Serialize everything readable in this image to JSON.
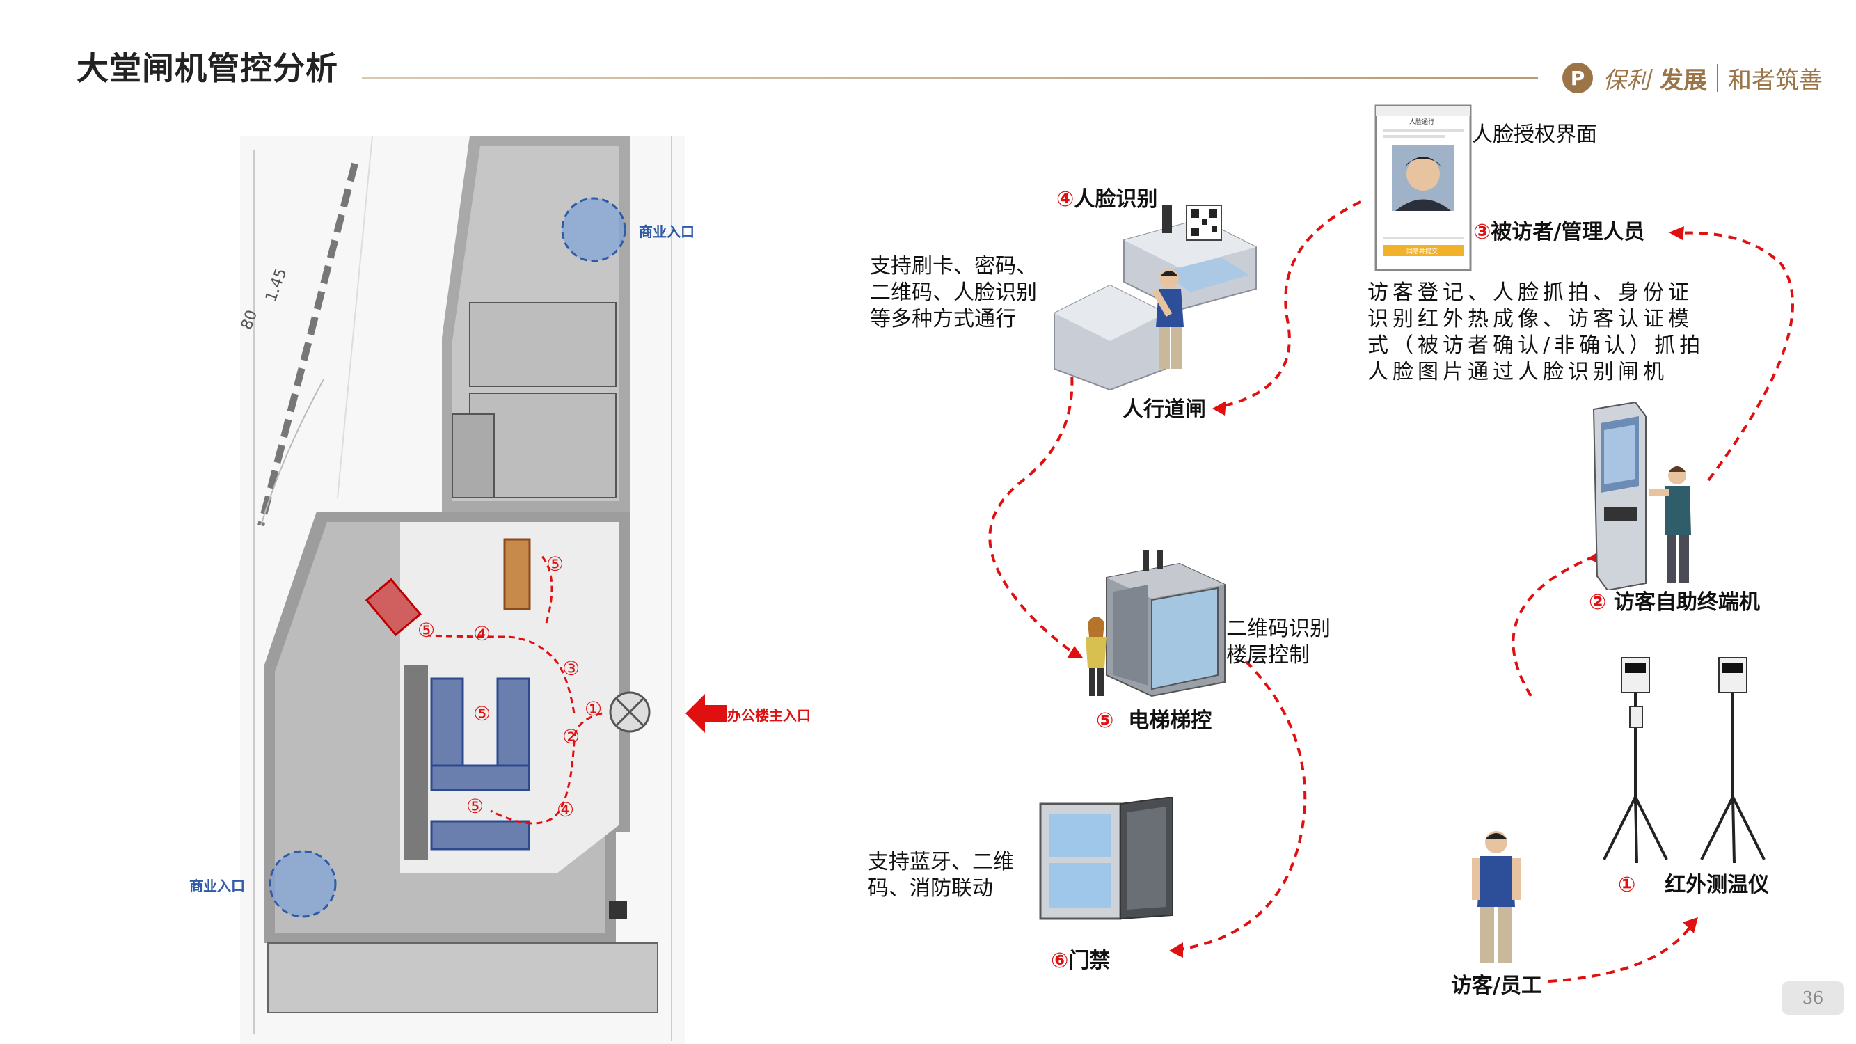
{
  "header": {
    "title": "大堂闸机管控分析",
    "brand_name": "保利",
    "brand_dev": "发展",
    "slogan": "和者筑善",
    "logo_mark": "P"
  },
  "floorplan": {
    "commercial_entry_top": "商业入口",
    "commercial_entry_bottom": "商业入口",
    "office_main_entry": "办公楼主入口",
    "annotation_80": "80",
    "annotation_145": "1.45",
    "markers": [
      "⑤",
      "⑤",
      "④",
      "③",
      "①",
      "②",
      "⑤",
      "④",
      "⑤"
    ]
  },
  "flow": {
    "face_recog": {
      "num": "④",
      "label": "人脸识别"
    },
    "face_recog_desc": [
      "支持刷卡、密码、",
      "二维码、人脸识别",
      "等多种方式通行"
    ],
    "pedestrian_gate": "人行道闸",
    "face_auth_ui": "人脸授权界面",
    "visitee": {
      "num": "③",
      "label": "被访者/管理人员"
    },
    "visitee_desc": [
      "访客登记、人脸抓拍、身份证",
      "识别红外热成像、访客认证模",
      "式（被访者确认/非确认）抓拍",
      "人脸图片通过人脸识别闸机"
    ],
    "self_terminal": {
      "num": "②",
      "label": "访客自助终端机"
    },
    "elevator": {
      "num": "⑤",
      "label": "电梯梯控"
    },
    "elevator_desc": [
      "二维码识别",
      "楼层控制"
    ],
    "access_control": {
      "num": "⑥",
      "label": "门禁"
    },
    "access_desc": [
      "支持蓝牙、二维",
      "码、消防联动"
    ],
    "thermometer": {
      "num": "①",
      "label": "红外测温仪"
    },
    "visitor": "访客/员工",
    "phone_header": "人脸通行",
    "phone_button": "同意并提交"
  },
  "page_number": "36",
  "colors": {
    "accent_red": "#e01010",
    "brand_gold": "#9b7448",
    "plan_blue": "#2e5aa8"
  }
}
